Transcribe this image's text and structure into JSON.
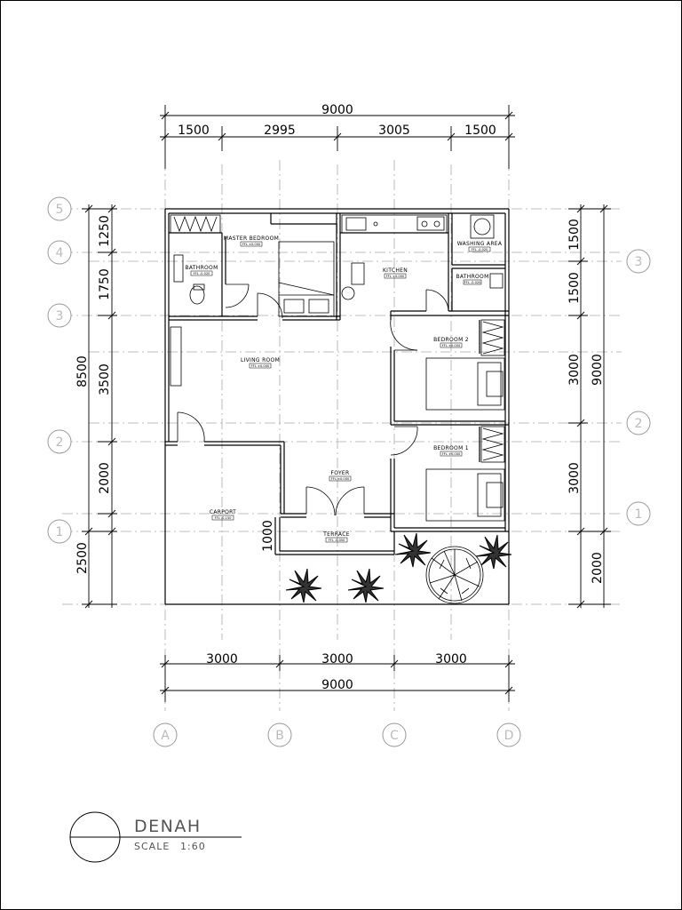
{
  "title": {
    "name": "DENAH",
    "scale_label": "SCALE",
    "scale_value": "1:60"
  },
  "dimensions": {
    "top_total": "9000",
    "top_parts": [
      "1500",
      "2995",
      "3005",
      "1500"
    ],
    "bottom_parts": [
      "3000",
      "3000",
      "3000"
    ],
    "bottom_total": "9000",
    "left_total": "8500",
    "left_parts": [
      "1250",
      "1750",
      "3500",
      "2000",
      "1000",
      "2500"
    ],
    "right_total": "9000",
    "right_parts": [
      "1500",
      "1500",
      "3000",
      "3000",
      "2000"
    ]
  },
  "grid": {
    "columns": [
      "A",
      "B",
      "C",
      "D"
    ],
    "left_rows": [
      "5",
      "4",
      "3",
      "2",
      "1"
    ],
    "right_rows": [
      "3",
      "2",
      "1"
    ]
  },
  "rooms": {
    "master_bedroom": {
      "label": "MASTER BEDROOM",
      "ffl": "FFL ±0.000"
    },
    "bathroom_master": {
      "label": "BATHROOM",
      "ffl": "FFL -0.020"
    },
    "kitchen": {
      "label": "KITCHEN",
      "ffl": "FFL ±0.000"
    },
    "washing_area": {
      "label": "WASHING AREA",
      "ffl": "FFL -0.020"
    },
    "bathroom_2": {
      "label": "BATHROOM",
      "ffl": "FFL -0.020"
    },
    "bedroom_2": {
      "label": "BEDROOM 2",
      "ffl": "FFL ±0.000"
    },
    "living_room": {
      "label": "LIVING ROOM",
      "ffl": "FFL ±0.000"
    },
    "bedroom_1": {
      "label": "BEDROOM 1",
      "ffl": "FFL ±0.000"
    },
    "foyer": {
      "label": "FOYER",
      "ffl": "FFL ±0.000"
    },
    "carport": {
      "label": "CARPORT",
      "ffl": "FFL -0.150"
    },
    "terrace": {
      "label": "TERRACE",
      "ffl": "FFL -0.050"
    }
  }
}
